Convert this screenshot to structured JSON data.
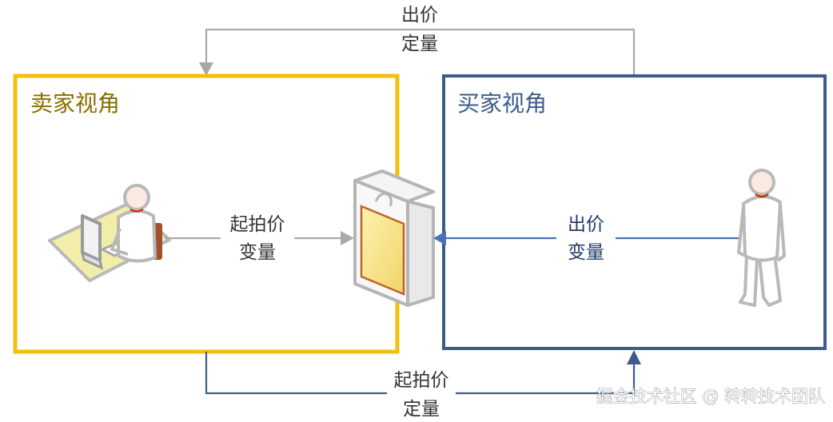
{
  "seller_box": {
    "title": "卖家视角",
    "title_color": "#8a6d00",
    "border_color": "#f4bf0a"
  },
  "buyer_box": {
    "title": "买家视角",
    "title_color": "#3e5b8a",
    "border_color": "#3e5b8a"
  },
  "top_arrow": {
    "line1": "出价",
    "line2": "定量",
    "color": "#a9a9a9"
  },
  "seller_arrow": {
    "line1": "起拍价",
    "line2": "变量",
    "color": "#a9a9a9"
  },
  "buyer_arrow": {
    "line1": "出价",
    "line2": "变量",
    "color": "#4a72b8"
  },
  "bottom_arrow": {
    "line1": "起拍价",
    "line2": "定量",
    "color": "#3e5b8a"
  },
  "icons": [
    "seller-at-computer-icon",
    "auction-item-box-icon",
    "buyer-person-icon"
  ],
  "watermark": "掘金技术社区 @ 转转技术团队"
}
